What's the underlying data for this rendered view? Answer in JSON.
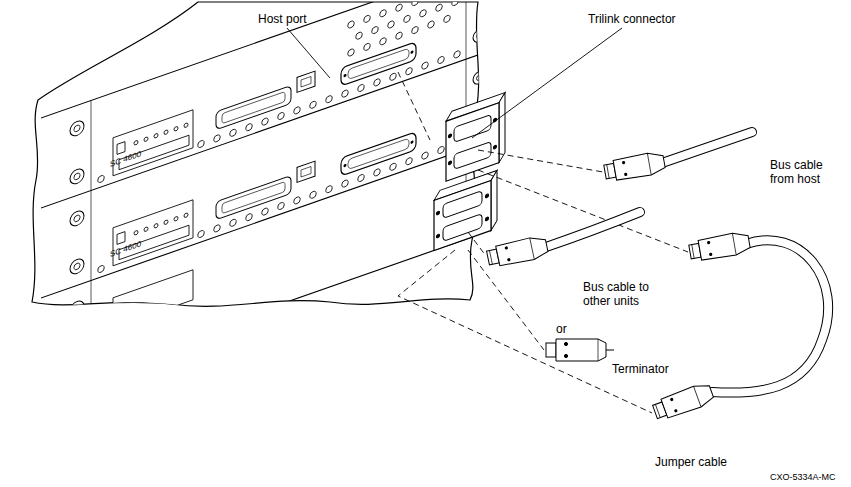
{
  "diagram": {
    "labels": [
      "Host port",
      "Trilink connector",
      "SC 4600",
      "SC 4600",
      "Bus cable from host",
      "Bus cable to other units",
      "or",
      "Terminator",
      "Jumper cable",
      "CXO-5334A-MC"
    ]
  }
}
